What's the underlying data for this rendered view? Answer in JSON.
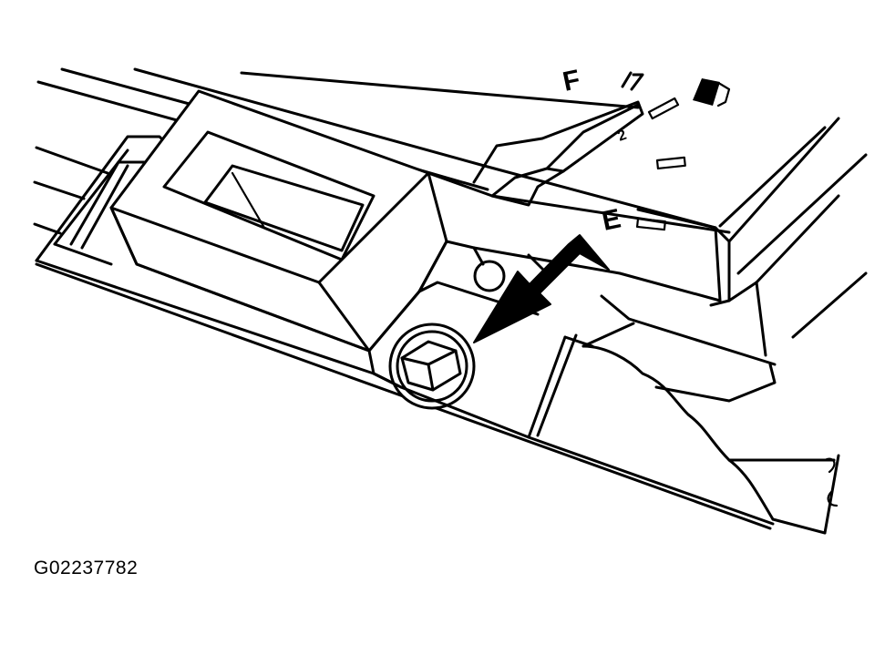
{
  "figure": {
    "id_label": "G02237782",
    "gauge": {
      "full_label": "F",
      "empty_label": "E",
      "marker_label": "2",
      "icon": "fuel-pump-icon"
    },
    "callout": {
      "icon": "arrow-pointer-icon",
      "target": "drain-plug-bolt"
    }
  },
  "colors": {
    "line": "#000000",
    "background": "#ffffff"
  }
}
